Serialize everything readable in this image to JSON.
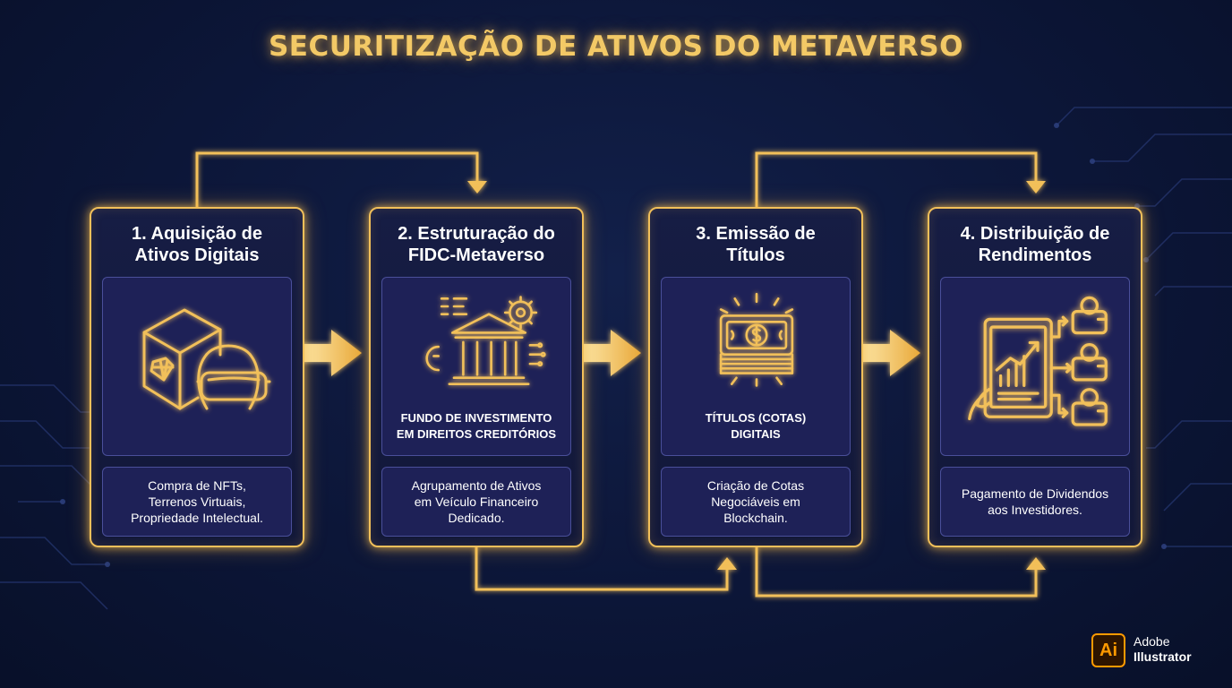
{
  "title": "SECURITIZAÇÃO DE ATIVOS DO METAVERSO",
  "colors": {
    "gold": "#f2c05a",
    "background": "#0c1638",
    "panel": "#1e2157"
  },
  "steps": [
    {
      "title_lines": [
        "1. Aquisição de",
        "Ativos Digitais"
      ],
      "icon": "nft-cube-vr-headset-icon",
      "label_lines": [],
      "desc_lines": [
        "Compra de NFTs,",
        "Terrenos Virtuais,",
        "Propriedade Intelectual."
      ]
    },
    {
      "title_lines": [
        "2. Estruturação do",
        "FIDC-Metaverso"
      ],
      "icon": "bank-building-gears-icon",
      "label_lines": [
        "FUNDO DE INVESTIMENTO",
        "EM DIREITOS CREDITÓRIOS"
      ],
      "desc_lines": [
        "Agrupamento de Ativos",
        "em Veículo Financeiro",
        "Dedicado."
      ]
    },
    {
      "title_lines": [
        "3. Emissão de",
        "Títulos"
      ],
      "icon": "banknote-stack-icon",
      "label_lines": [
        "TÍTULOS (COTAS)",
        "DIGITAIS"
      ],
      "desc_lines": [
        "Criação de Cotas",
        "Negociáveis em",
        "Blockchain."
      ]
    },
    {
      "title_lines": [
        "4. Distribuição de",
        "Rendimentos"
      ],
      "icon": "tablet-chart-wallets-icon",
      "label_lines": [],
      "desc_lines": [
        "Pagamento de Dividendos",
        "aos Investidores."
      ]
    }
  ],
  "watermark": {
    "badge": "Ai",
    "lines": [
      "Adobe",
      "Illustrator"
    ]
  }
}
